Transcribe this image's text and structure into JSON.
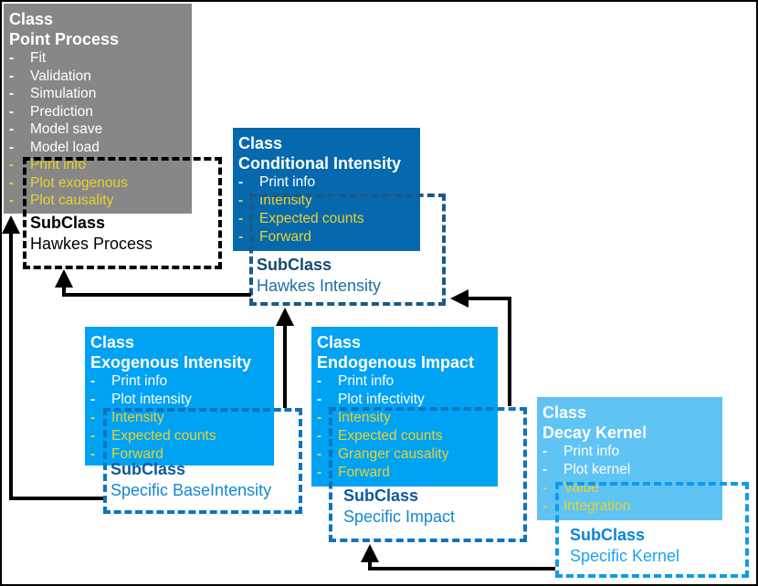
{
  "ui": {
    "bullet": "-"
  },
  "palette": {
    "gray_box": "#878787",
    "dark_blue_box": "#0669AE",
    "bright_blue_box": "#00A2F4",
    "light_blue_box": "#5FC3F4",
    "highlight_yellow": "#E8D22F",
    "black_dash": "#000000",
    "steel_blue_dash": "#1C5A86",
    "medium_blue_dash": "#0D74BC",
    "bright_blue_dash": "#0E9BEC",
    "arrow_black": "#000000"
  },
  "boxes": {
    "point_process": {
      "kind": "Class",
      "name": "Point Process",
      "methods": [
        {
          "label": "Fit",
          "highlighted": false
        },
        {
          "label": "Validation",
          "highlighted": false
        },
        {
          "label": "Simulation",
          "highlighted": false
        },
        {
          "label": "Prediction",
          "highlighted": false
        },
        {
          "label": "Model save",
          "highlighted": false
        },
        {
          "label": "Model load",
          "highlighted": false
        },
        {
          "label": "Print info",
          "highlighted": true
        },
        {
          "label": "Plot exogenous",
          "highlighted": true
        },
        {
          "label": "Plot causality",
          "highlighted": true
        }
      ],
      "subclass": {
        "kind": "SubClass",
        "name": "Hawkes Process"
      }
    },
    "conditional_intensity": {
      "kind": "Class",
      "name": "Conditional Intensity",
      "methods": [
        {
          "label": "Print info",
          "highlighted": false
        },
        {
          "label": "Intensity",
          "highlighted": true
        },
        {
          "label": "Expected counts",
          "highlighted": true
        },
        {
          "label": "Forward",
          "highlighted": true
        }
      ],
      "subclass": {
        "kind": "SubClass",
        "name": "Hawkes Intensity"
      }
    },
    "exogenous_intensity": {
      "kind": "Class",
      "name": "Exogenous Intensity",
      "methods": [
        {
          "label": "Print info",
          "highlighted": false
        },
        {
          "label": "Plot intensity",
          "highlighted": false
        },
        {
          "label": "Intensity",
          "highlighted": true
        },
        {
          "label": "Expected counts",
          "highlighted": true
        },
        {
          "label": "Forward",
          "highlighted": true
        }
      ],
      "subclass": {
        "kind": "SubClass",
        "name": "Specific BaseIntensity"
      }
    },
    "endogenous_impact": {
      "kind": "Class",
      "name": "Endogenous Impact",
      "methods": [
        {
          "label": "Print info",
          "highlighted": false
        },
        {
          "label": "Plot infectivity",
          "highlighted": false
        },
        {
          "label": "Intensity",
          "highlighted": true
        },
        {
          "label": "Expected counts",
          "highlighted": true
        },
        {
          "label": "Granger causality",
          "highlighted": true
        },
        {
          "label": "Forward",
          "highlighted": true
        }
      ],
      "subclass": {
        "kind": "SubClass",
        "name": "Specific Impact"
      }
    },
    "decay_kernel": {
      "kind": "Class",
      "name": "Decay Kernel",
      "methods": [
        {
          "label": "Print info",
          "highlighted": false
        },
        {
          "label": "Plot kernel",
          "highlighted": false
        },
        {
          "label": "Value",
          "highlighted": true
        },
        {
          "label": "Integration",
          "highlighted": true
        }
      ],
      "subclass": {
        "kind": "SubClass",
        "name": "Specific Kernel"
      }
    }
  },
  "relations": [
    {
      "from": "Hawkes Intensity",
      "to": "Hawkes Process"
    },
    {
      "from": "Specific BaseIntensity",
      "to": "Point Process"
    },
    {
      "from": "Specific BaseIntensity",
      "to": "Hawkes Intensity"
    },
    {
      "from": "Specific Impact",
      "to": "Hawkes Intensity"
    },
    {
      "from": "Specific Kernel",
      "to": "Specific Impact"
    }
  ]
}
